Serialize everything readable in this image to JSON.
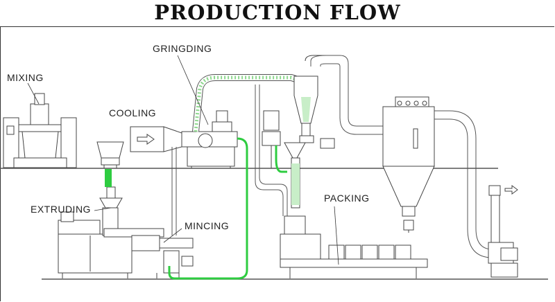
{
  "title": "PRODUCTION FLOW",
  "labels": {
    "mixing": "MIXING",
    "cooling": "COOLING",
    "grinding": "GRINGDING",
    "extruding": "EXTRUDING",
    "mincing": "MINCING",
    "packing": "PACKING"
  },
  "colors": {
    "line": "#555555",
    "material_flow": "#2ecc40",
    "dotted_fill": "#8fd88f"
  },
  "icons": [
    "arrow-right-icon",
    "exhaust-arrow-icon"
  ]
}
